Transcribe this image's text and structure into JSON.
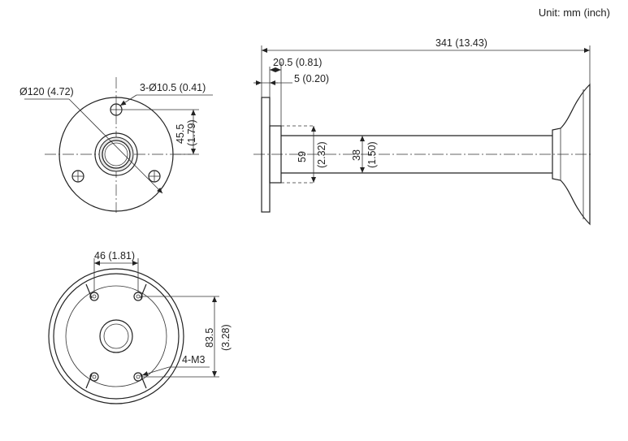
{
  "unit": "Unit: mm (inch)",
  "front_view": {
    "diameter": "Ø120 (4.72)",
    "holes": "3-Ø10.5 (0.41)",
    "offset_mm": "45.5",
    "offset_in": "(1.79)"
  },
  "side_view": {
    "length": "341 (13.43)",
    "flange_thickness": "20.5 (0.81)",
    "plate_thickness": "5 (0.20)",
    "collar_mm": "59",
    "collar_in": "(2.32)",
    "pipe_mm": "38",
    "pipe_in": "(1.50)"
  },
  "bottom_view": {
    "spacing": "46 (1.81)",
    "vertical_mm": "83.5",
    "vertical_in": "(3.28)",
    "screws": "4-M3"
  }
}
